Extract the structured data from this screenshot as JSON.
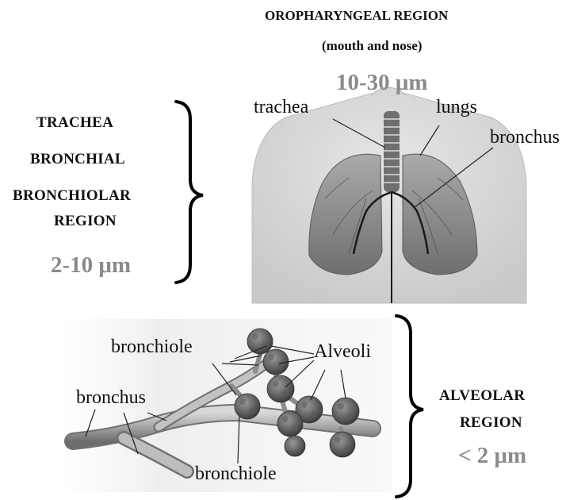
{
  "top_region": {
    "title": "OROPHARYNGEAL REGION",
    "subtitle": "(mouth and nose)",
    "size": "10-30 μm"
  },
  "left_region": {
    "lines": [
      "TRACHEA",
      "BRONCHIAL",
      "BRONCHIOLAR",
      "REGION"
    ],
    "size": "2-10 μm"
  },
  "right_region": {
    "lines": [
      "ALVEOLAR",
      "REGION"
    ],
    "size": "< 2 μm"
  },
  "torso_labels": {
    "trachea": "trachea",
    "lungs": "lungs",
    "bronchus": "bronchus"
  },
  "airway_labels": {
    "bronchiole_top": "bronchiole",
    "alveoli": "Alveoli",
    "bronchus": "bronchus",
    "bronchiole_bottom": "bronchiole"
  }
}
